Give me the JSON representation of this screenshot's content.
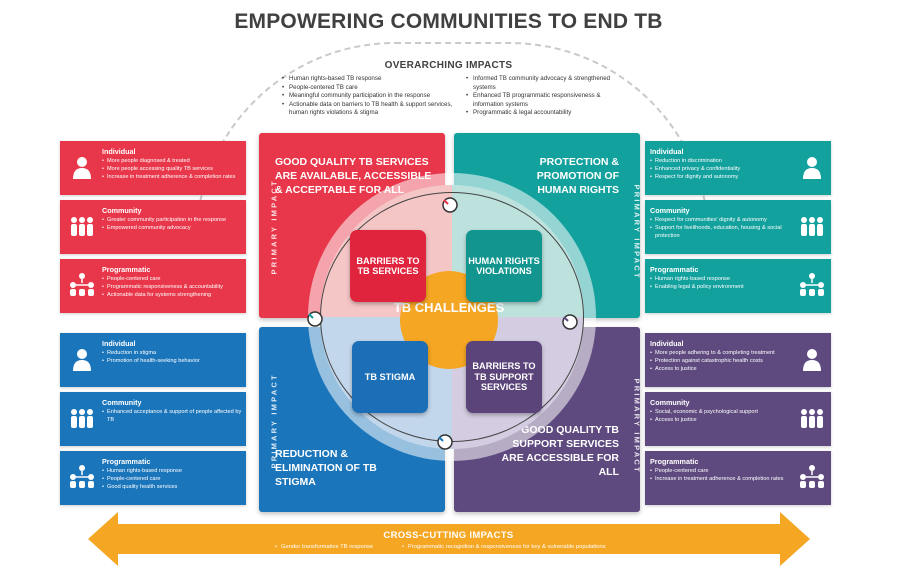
{
  "title": "EMPOWERING COMMUNITIES TO END TB",
  "overarching": {
    "title": "OVERARCHING IMPACTS",
    "left_items": [
      "Human rights-based TB response",
      "People-centered TB care",
      "Meaningful community participation in the response",
      "Actionable data on barriers to TB health & support services, human rights violations & stigma"
    ],
    "right_items": [
      "Informed TB community advocacy & strengthened systems",
      "Enhanced TB programmatic responsiveness & information systems",
      "Programmatic & legal accountability"
    ]
  },
  "primary_label": "PRIMARY IMPACT",
  "quadrants": {
    "tl": "GOOD QUALITY TB SERVICES ARE AVAILABLE, ACCESSIBLE & ACCEPTABLE FOR ALL",
    "tr": "PROTECTION & PROMOTION OF HUMAN RIGHTS",
    "bl": "REDUCTION & ELIMINATION OF TB STIGMA",
    "br": "GOOD QUALITY TB SUPPORT SERVICES ARE ACCESSIBLE FOR ALL"
  },
  "center": "TB CHALLENGES",
  "boxes": {
    "tl": "BARRIERS TO TB SERVICES",
    "tr": "HUMAN RIGHTS VIOLATIONS",
    "bl": "TB STIGMA",
    "br": "BARRIERS TO TB SUPPORT SERVICES"
  },
  "cards": {
    "left_top": [
      {
        "title": "Individual",
        "icon": "person-icon",
        "items": [
          "More people diagnosed & treated",
          "More people accessing quality TB services",
          "Increase in treatment adherence & completion rates"
        ]
      },
      {
        "title": "Community",
        "icon": "group-icon",
        "items": [
          "Greater community participation in the response",
          "Empowered community advocacy"
        ]
      },
      {
        "title": "Programmatic",
        "icon": "network-icon",
        "items": [
          "People-centered care",
          "Programmatic responsiveness & accountability",
          "Actionable data for systems strengthening"
        ]
      }
    ],
    "left_bottom": [
      {
        "title": "Individual",
        "icon": "person-icon",
        "items": [
          "Reduction in stigma",
          "Promotion of health-seeking behavior"
        ]
      },
      {
        "title": "Community",
        "icon": "group-icon",
        "items": [
          "Enhanced acceptance & support of people affected by TB"
        ]
      },
      {
        "title": "Programmatic",
        "icon": "network-icon",
        "items": [
          "Human rights-based response",
          "People-centered care",
          "Good quality health services"
        ]
      }
    ],
    "right_top": [
      {
        "title": "Individual",
        "icon": "person-icon",
        "items": [
          "Reduction in discrimination",
          "Enhanced privacy & confidentiality",
          "Respect for dignity and autonomy"
        ]
      },
      {
        "title": "Community",
        "icon": "group-icon",
        "items": [
          "Respect for communities' dignity & autonomy",
          "Support for livelihoods, education, housing & social protection"
        ]
      },
      {
        "title": "Programmatic",
        "icon": "network-icon",
        "items": [
          "Human rights-based response",
          "Enabling legal & policy environment"
        ]
      }
    ],
    "right_bottom": [
      {
        "title": "Individual",
        "icon": "person-icon",
        "items": [
          "More people adhering to & completing treatment",
          "Protection against catastrophic health costs",
          "Access to justice"
        ]
      },
      {
        "title": "Community",
        "icon": "group-icon",
        "items": [
          "Social, economic & psychological support",
          "Access to justice"
        ]
      },
      {
        "title": "Programmatic",
        "icon": "network-icon",
        "items": [
          "People-centered care",
          "Increase in treatment adherence & completion rates"
        ]
      }
    ]
  },
  "cross_cutting": {
    "title": "CROSS-CUTTING IMPACTS",
    "items": [
      "Gender transformative TB response",
      "Programmatic recognition & responsiveness for key & vulnerable populations"
    ]
  },
  "colors": {
    "red": "#e8374a",
    "teal": "#13a19e",
    "blue": "#1b75bb",
    "purple": "#5e4a7f",
    "orange": "#f5a623"
  }
}
